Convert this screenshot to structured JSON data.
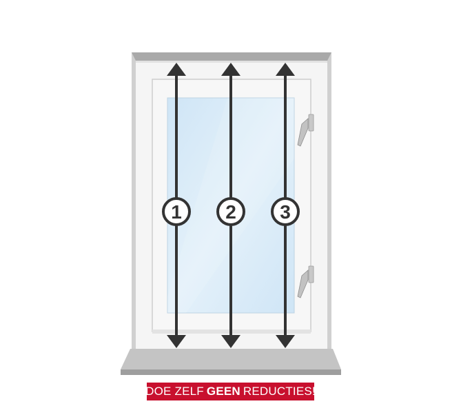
{
  "measurements": [
    {
      "label": "1"
    },
    {
      "label": "2"
    },
    {
      "label": "3"
    }
  ],
  "warning": {
    "part1": "DOE ZELF",
    "emphasis": "GEEN",
    "part2": "REDUCTIES!"
  },
  "colors": {
    "frame": "#f4f4f4",
    "frame_border": "#b5b5b5",
    "sill": "#bdbdbd",
    "glass": "#d5e9f7",
    "arrow": "#333333",
    "banner": "#c8102e"
  }
}
